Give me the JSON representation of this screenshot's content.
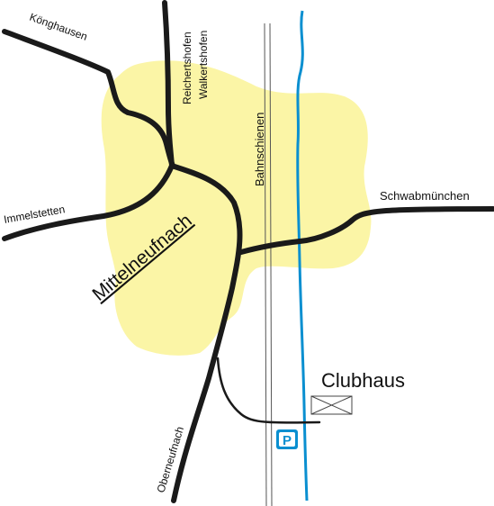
{
  "map": {
    "labels": {
      "koenghausen": "Könghausen",
      "reichertshofen": "Reichertshofen",
      "walkertshofen": "Walkertshofen",
      "bahnschienen": "Bahnschienen",
      "immelstetten": "Immelstetten",
      "mittelneufnach": "Mittelneufnach",
      "schwabmuenchen": "Schwabmünchen",
      "clubhaus": "Clubhaus",
      "oberneufnach": "Oberneufnach",
      "parking": "P"
    },
    "colors": {
      "town_area": "#fbf5a6",
      "road": "#1a1a1a",
      "river": "#0a8fd0",
      "rail": "#555555",
      "parking_sign": "#0a8fd0",
      "building_outline": "#444444"
    },
    "icons": {
      "parking": "parking-sign-icon",
      "clubhouse": "clubhouse-building-icon"
    }
  }
}
